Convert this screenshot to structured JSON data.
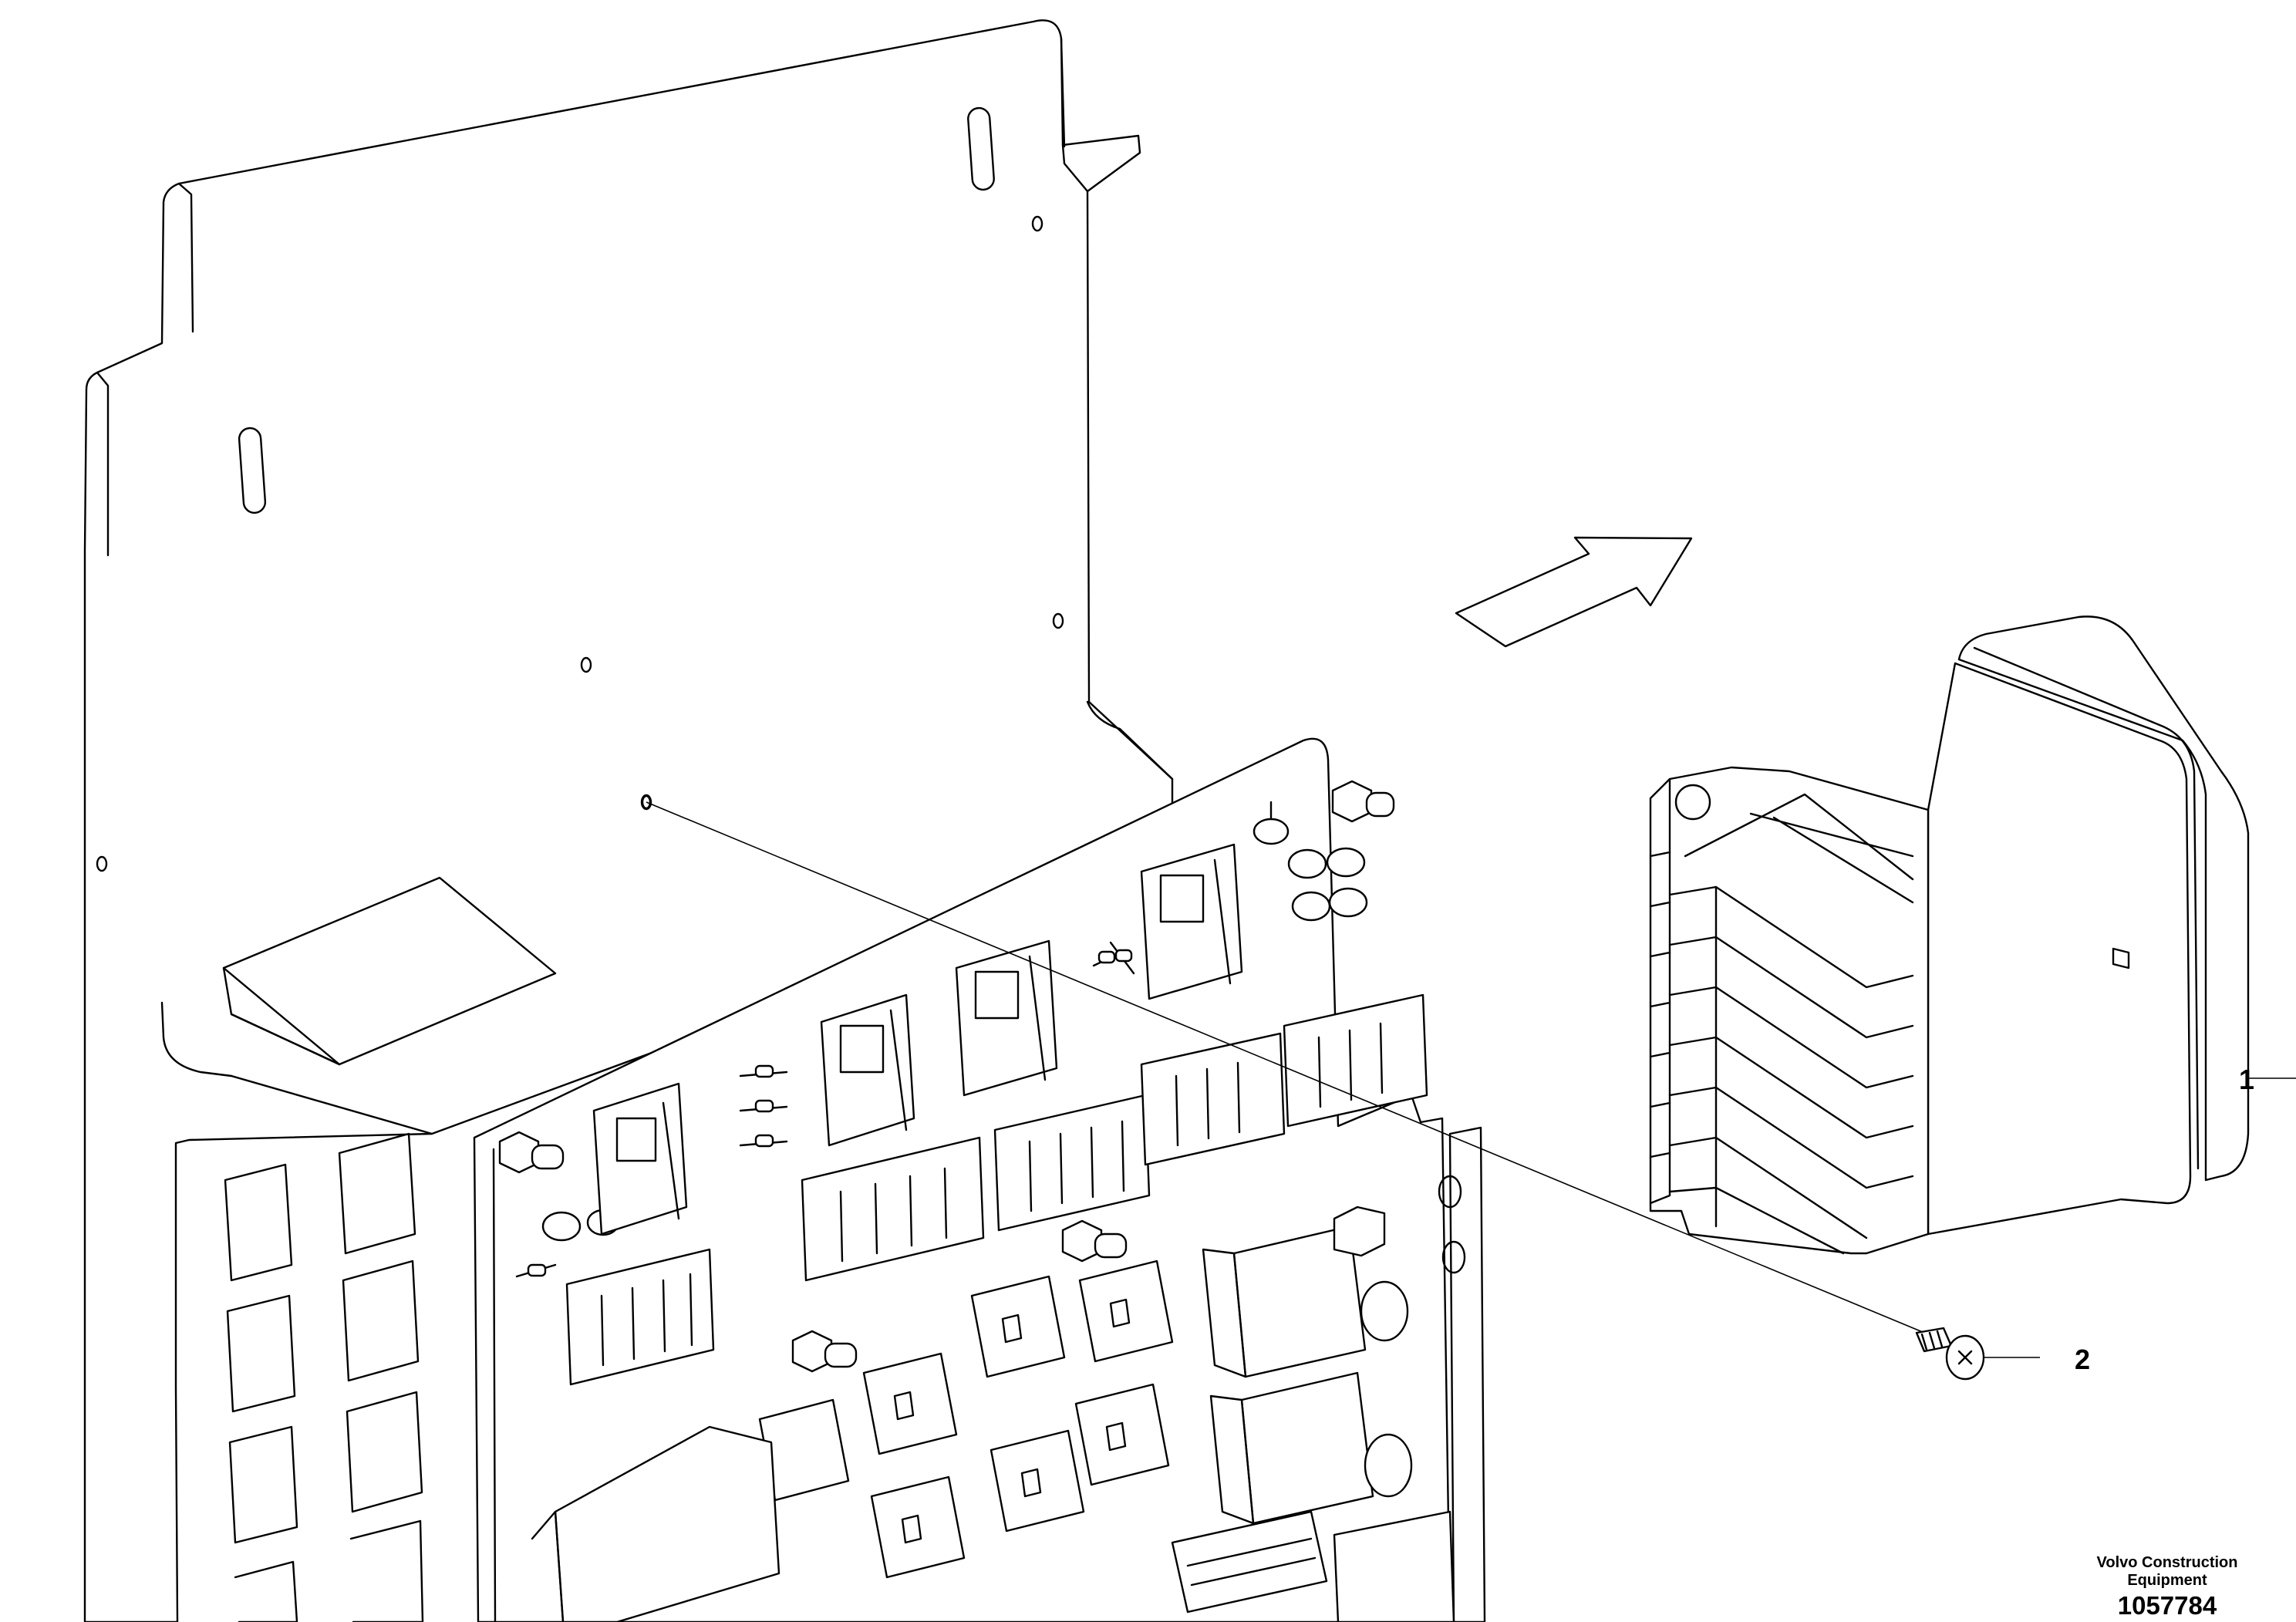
{
  "callouts": [
    {
      "label": "1",
      "part": "control unit"
    },
    {
      "label": "2",
      "part": "screw"
    }
  ],
  "footer": {
    "company": "Volvo Construction Equipment",
    "drawing_number": "1057784"
  }
}
